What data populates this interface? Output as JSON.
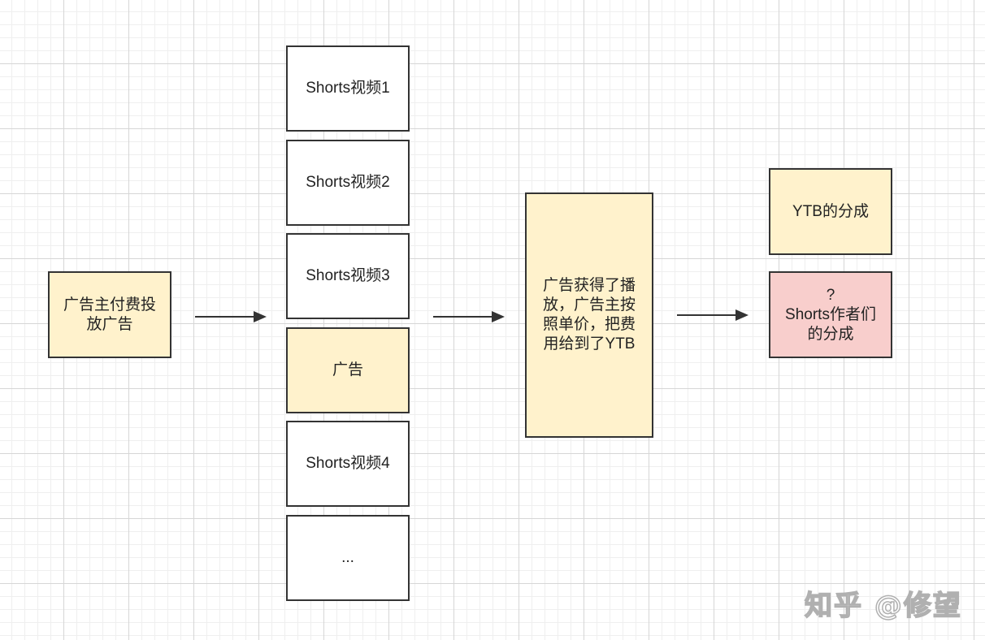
{
  "advertiser": {
    "label": "广告主付费投\n放广告"
  },
  "feed": {
    "items": [
      {
        "label": "Shorts视频1"
      },
      {
        "label": "Shorts视频2"
      },
      {
        "label": "Shorts视频3"
      },
      {
        "label": "广告"
      },
      {
        "label": "Shorts视频4"
      },
      {
        "label": "..."
      }
    ]
  },
  "payment": {
    "label": "广告获得了播\n放，广告主按\n照单价，把费\n用给到了YTB"
  },
  "split": {
    "ytb": {
      "label": "YTB的分成"
    },
    "creators": {
      "label": "?\nShorts作者们\n的分成"
    }
  },
  "watermark": {
    "text": "知乎 @修望"
  },
  "colors": {
    "highlight_yellow": "#fff2cc",
    "highlight_red": "#f8cecc",
    "border": "#333333"
  }
}
